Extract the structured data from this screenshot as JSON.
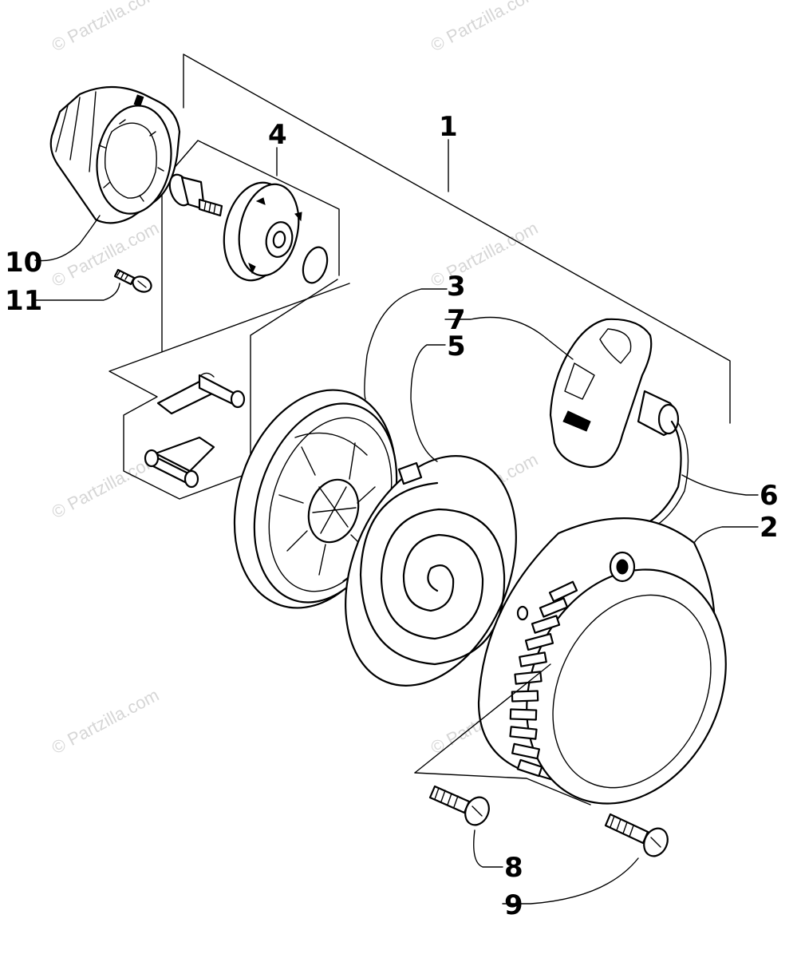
{
  "diagram": {
    "callouts": {
      "c1": "1",
      "c2": "2",
      "c3": "3",
      "c4": "4",
      "c5": "5",
      "c6": "6",
      "c7": "7",
      "c8": "8",
      "c9": "9",
      "c10": "10",
      "c11": "11"
    },
    "watermark": "© Partzilla.com"
  }
}
